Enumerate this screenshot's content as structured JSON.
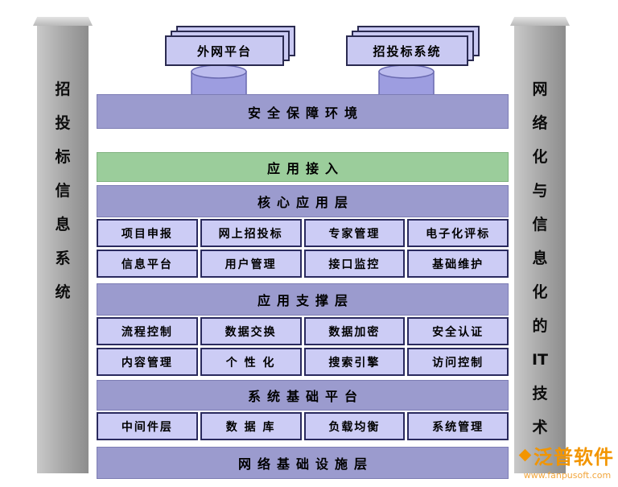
{
  "pillars": {
    "left": {
      "name": "招投标信息系统",
      "chars": [
        "招",
        "投",
        "标",
        "信",
        "息",
        "系",
        "统"
      ]
    },
    "right": {
      "name": "网络化与信息化的IT技术",
      "chars": [
        "网",
        "络",
        "化",
        "与",
        "信",
        "息",
        "化",
        "的",
        "IT",
        "技",
        "术"
      ]
    }
  },
  "top_cards": {
    "extranet": "外网平台",
    "bidding": "招投标系统"
  },
  "layers": {
    "security_env": "安全保障环境",
    "app_access": "应用接入",
    "core_app": {
      "title": "核心应用层",
      "rows": [
        [
          "项目申报",
          "网上招投标",
          "专家管理",
          "电子化评标"
        ],
        [
          "信息平台",
          "用户管理",
          "接口监控",
          "基础维护"
        ]
      ]
    },
    "app_support": {
      "title": "应用支撑层",
      "rows": [
        [
          "流程控制",
          "数据交换",
          "数据加密",
          "安全认证"
        ],
        [
          "内容管理",
          "个 性 化",
          "搜索引擎",
          "访问控制"
        ]
      ]
    },
    "system_platform": {
      "title": "系统基础平台",
      "rows": [
        [
          "中间件层",
          "数 据 库",
          "负载均衡",
          "系统管理"
        ]
      ]
    },
    "network_infra": "网络基础设施层"
  },
  "watermark": {
    "brand": "泛普软件",
    "url": "www.fanpusoft.com"
  },
  "colors": {
    "band_purple": "#9b9bce",
    "band_green": "#9bcd9b",
    "cell_fill": "#ccccf5",
    "cell_border": "#2a2a5e",
    "pillar_gray": "#a9a9a9",
    "watermark_orange": "#f29500"
  }
}
